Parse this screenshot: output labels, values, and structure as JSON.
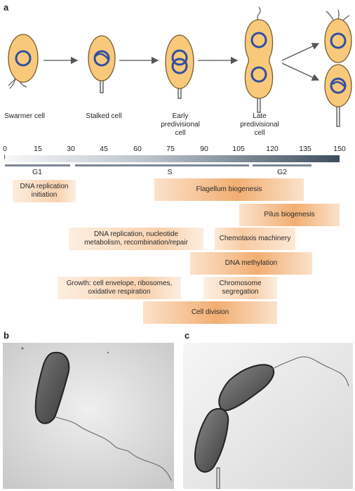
{
  "panels": {
    "a": "a",
    "b": "b",
    "c": "c"
  },
  "stages": [
    {
      "id": "swarmer",
      "label": "Swarmer cell"
    },
    {
      "id": "stalked",
      "label": "Stalked cell"
    },
    {
      "id": "early",
      "label": "Early\npredivisional\ncell"
    },
    {
      "id": "late",
      "label": "Late\npredivisional\ncell"
    }
  ],
  "timeline": {
    "ticks": [
      "0",
      "15",
      "30",
      "45",
      "60",
      "75",
      "90",
      "105",
      "120",
      "135",
      "150"
    ],
    "phases": [
      {
        "id": "g1",
        "label": "G1"
      },
      {
        "id": "s",
        "label": "S"
      },
      {
        "id": "g2",
        "label": "G2"
      }
    ]
  },
  "processes": [
    {
      "id": "dna-replication-initiation",
      "label": "DNA replication\ninitiation"
    },
    {
      "id": "flagellum-biogenesis",
      "label": "Flagellum biogenesis"
    },
    {
      "id": "pilus-biogenesis",
      "label": "Pilus biogenesis"
    },
    {
      "id": "dna-replication-metabolism",
      "label": "DNA replication, nucleotide\nmetabolism, recombination/repair"
    },
    {
      "id": "chemotaxis-machinery",
      "label": "Chemotaxis machinery"
    },
    {
      "id": "dna-methylation",
      "label": "DNA methylation"
    },
    {
      "id": "growth",
      "label": "Growth: cell envelope, ribosomes,\noxidative respiration"
    },
    {
      "id": "chromosome-segregation",
      "label": "Chromosome\nsegregation"
    },
    {
      "id": "cell-division",
      "label": "Cell division"
    }
  ],
  "colors": {
    "cell_fill": "#f8c97a",
    "cell_stroke": "#7a5a2a",
    "chromosome": "#2f4fa0",
    "process_accent": "#f2ae72",
    "timeline_dark": "#3e4e5e"
  }
}
